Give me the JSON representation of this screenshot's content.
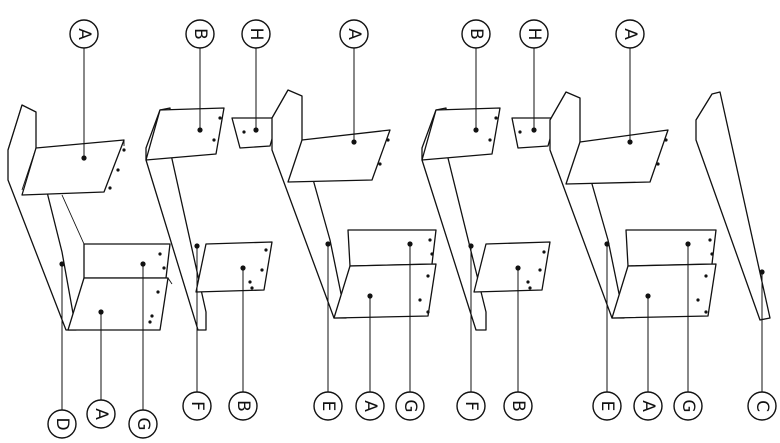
{
  "diagram": {
    "part_labels": {
      "top_row": [
        "A",
        "B",
        "H",
        "A",
        "B",
        "H",
        "A"
      ],
      "bottom_row": [
        "D",
        "A",
        "G",
        "F",
        "B",
        "E",
        "A",
        "G",
        "F",
        "B",
        "E",
        "A",
        "G",
        "C"
      ]
    }
  }
}
